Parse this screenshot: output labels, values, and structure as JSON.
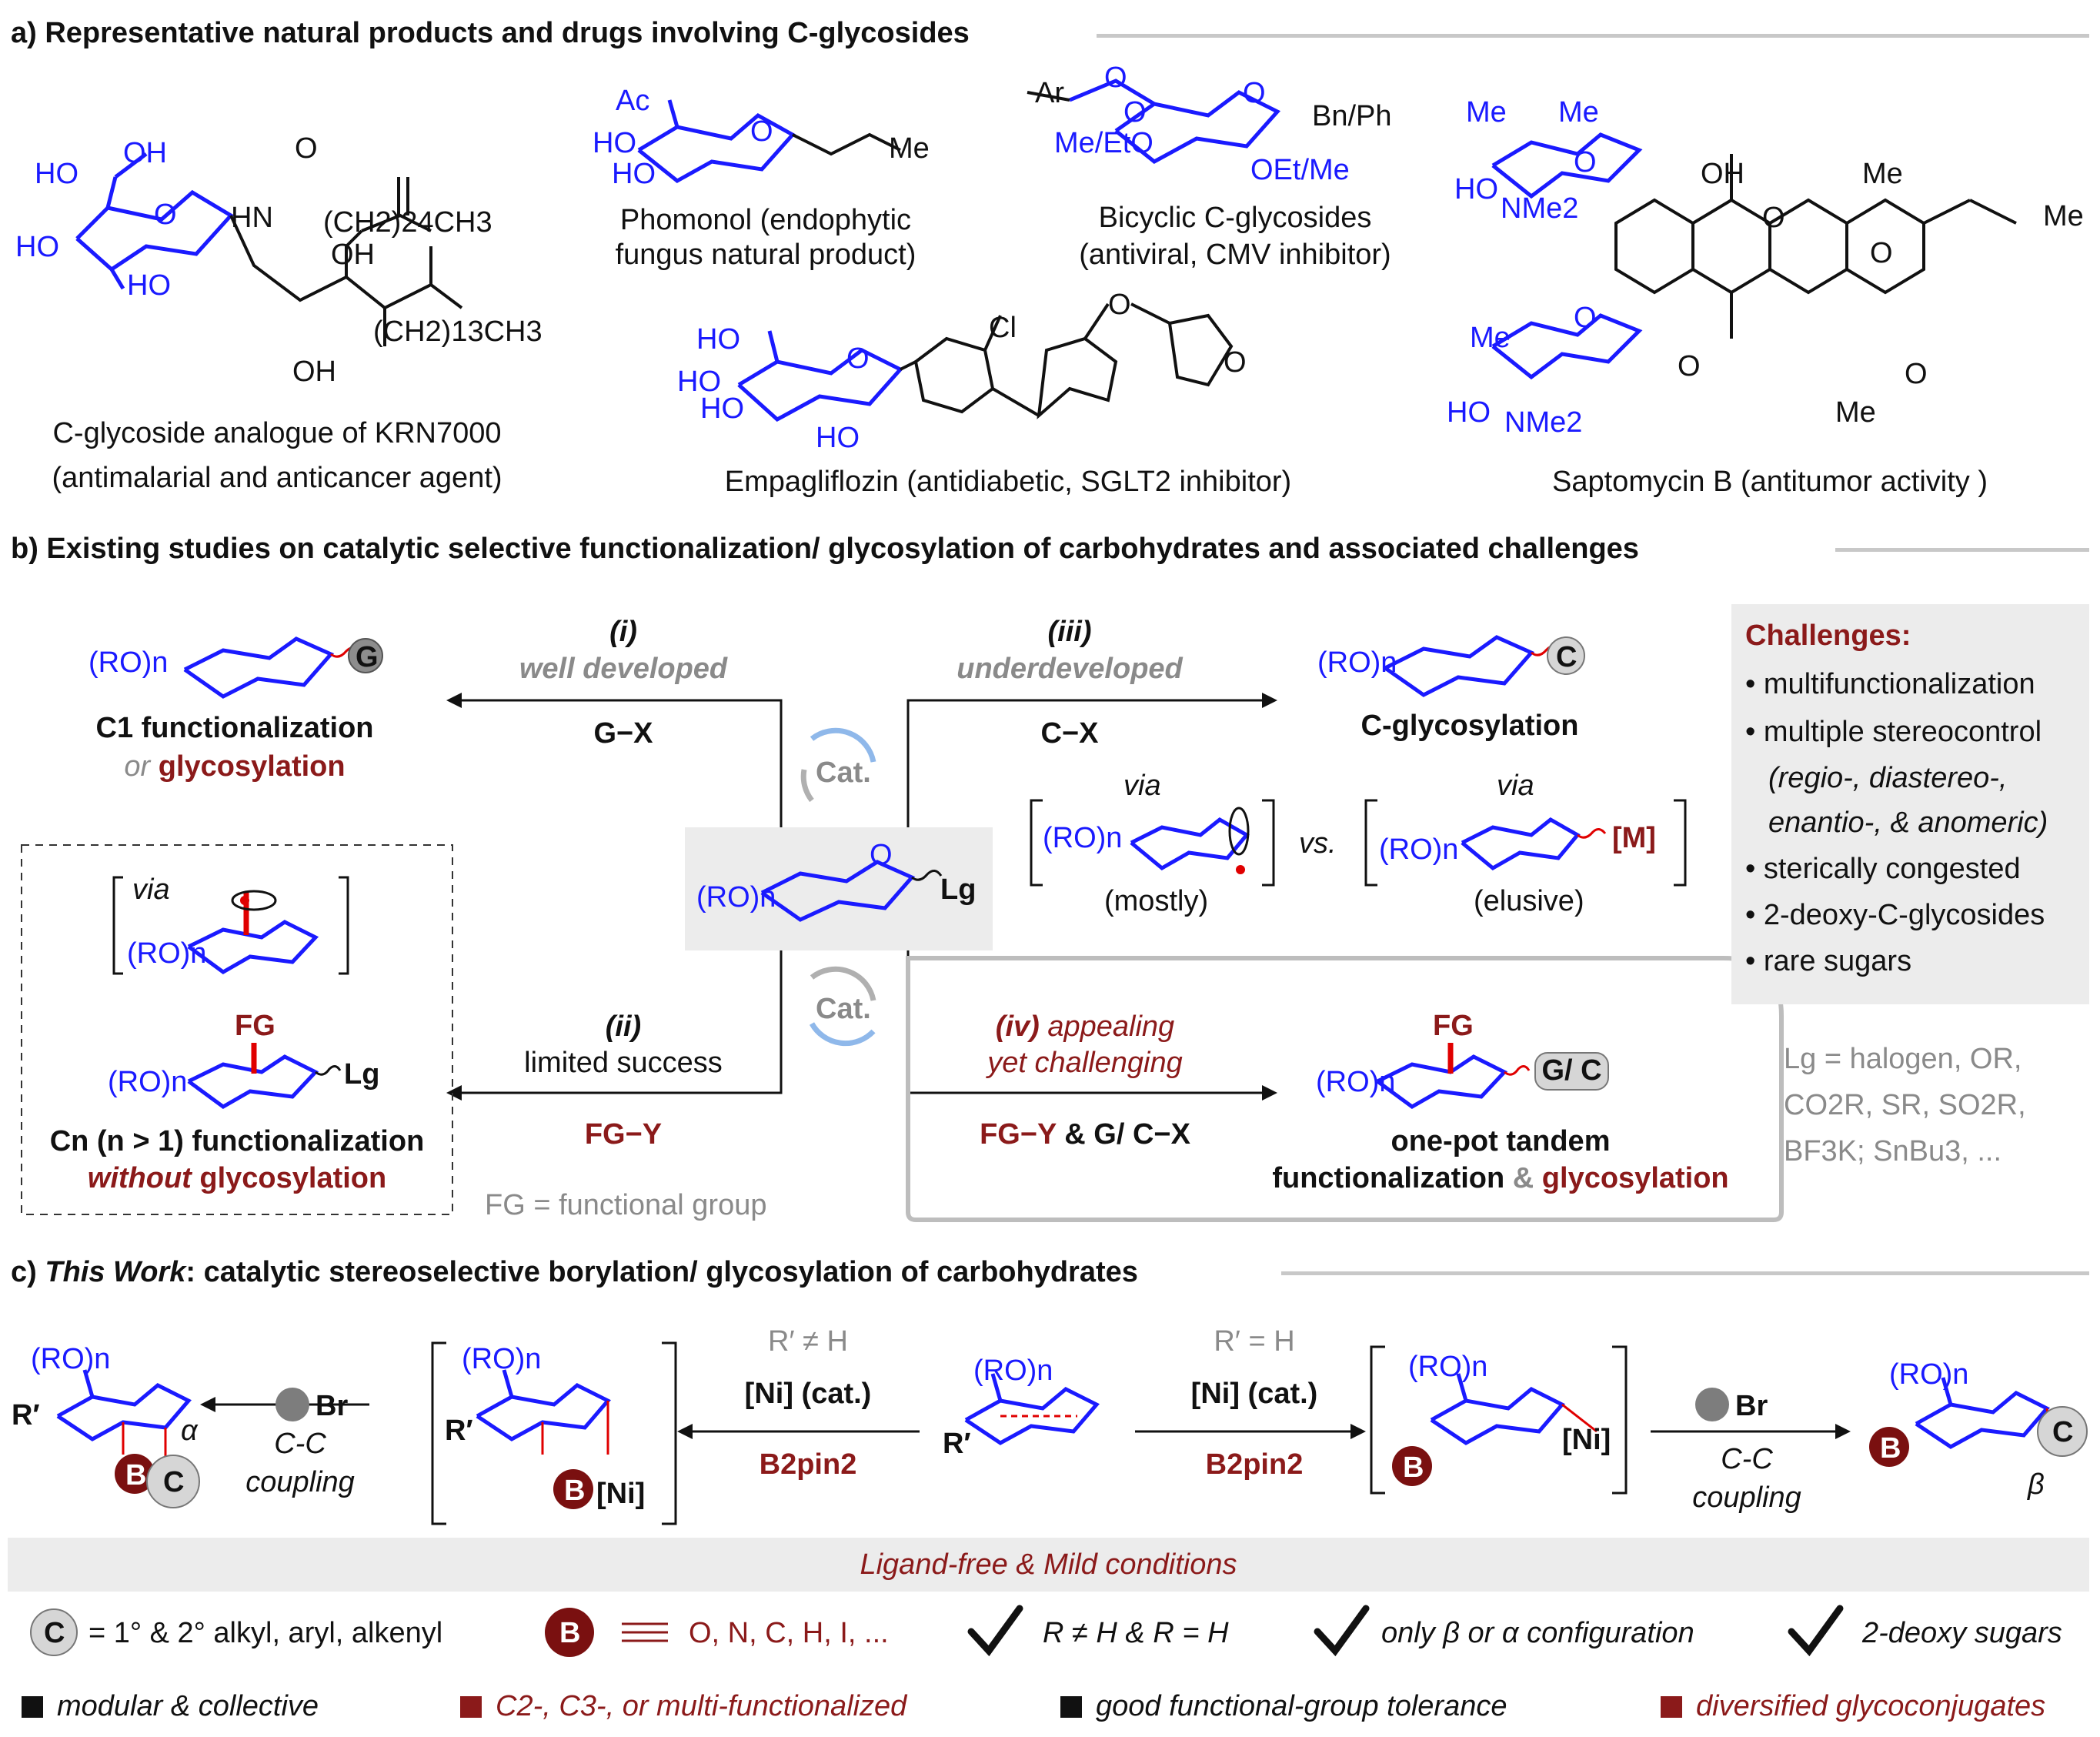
{
  "section_a": {
    "title": "a) Representative natural products and drugs involving C-glycosides",
    "krn": {
      "caption1": "C-glycoside analogue of KRN7000",
      "caption2": "(antimalarial and anticancer agent)",
      "atoms": [
        "HO",
        "OH",
        "HO",
        "HO",
        "O",
        "HN",
        "O",
        "(CH2)24CH3",
        "OH",
        "(CH2)13CH3",
        "OH"
      ]
    },
    "phomonol": {
      "caption1": "Phomonol (endophytic",
      "caption2": "fungus natural product)",
      "atoms": [
        "Ac",
        "HO",
        "HO",
        "O",
        "Me"
      ]
    },
    "bicyclic": {
      "caption1": "Bicyclic C-glycosides",
      "caption2": "(antiviral, CMV inhibitor)",
      "atoms": [
        "Ar",
        "O",
        "O",
        "O",
        "Bn/Ph",
        "Me/EtO",
        "OEt/Me"
      ]
    },
    "empagliflozin": {
      "caption": "Empagliflozin (antidiabetic, SGLT2 inhibitor)",
      "atoms": [
        "HO",
        "HO",
        "HO",
        "HO",
        "O",
        "Cl",
        "O",
        "O"
      ]
    },
    "saptomycin": {
      "caption": "Saptomycin B (antitumor activity )",
      "atoms": [
        "Me",
        "Me",
        "HO",
        "NMe2",
        "O",
        "OH",
        "O",
        "Me",
        "Me",
        "O",
        "Me",
        "O",
        "HO",
        "NMe2",
        "O",
        "O",
        "Me"
      ]
    }
  },
  "section_b": {
    "title": "b) Existing studies on catalytic selective functionalization/ glycosylation of carbohydrates and associated challenges",
    "left_top": {
      "sub": "(RO)n",
      "badge": "G",
      "title1": "C1 functionalization",
      "title2_prefix": "or",
      "title2_main": "glycosylation"
    },
    "route_i": {
      "num": "(i)",
      "desc": "well developed",
      "reagent": "G−X"
    },
    "route_iii": {
      "num": "(iii)",
      "desc": "underdeveloped",
      "reagent": "C−X"
    },
    "route_ii": {
      "num": "(ii)",
      "desc": "limited success",
      "reagent": "FG−Y"
    },
    "route_iv": {
      "num": "(iv)",
      "desc1": "appealing",
      "desc2": "yet challenging",
      "reagent_fg": "FG−Y",
      "reagent_amp": "&",
      "reagent_gc": "G/ C−X"
    },
    "catalyst": "Cat.",
    "center": {
      "sub": "(RO)n",
      "o": "O",
      "lg": "Lg"
    },
    "right_top": {
      "sub": "(RO)n",
      "badge": "C",
      "title": "C-glycosylation",
      "via": "via",
      "vs": "vs.",
      "mostly": "(mostly)",
      "elusive": "(elusive)",
      "metal": "[M]"
    },
    "dashed_box": {
      "via": "via",
      "fg": "FG",
      "lg": "Lg",
      "title1": "Cn (n > 1) functionalization",
      "title2_main": "without",
      "title2_rest": "glycosylation"
    },
    "fg_def": "FG = functional group",
    "tandem": {
      "fg": "FG",
      "badge": "G/ C",
      "title1": "one-pot tandem",
      "title2_a": "functionalization",
      "title2_amp": "&",
      "title2_b": "glycosylation"
    },
    "challenges": {
      "heading": "Challenges:",
      "items": [
        "multifunctionalization",
        "multiple stereocontrol"
      ],
      "sub1": "(regio-, diastereo-,",
      "sub2": "enantio-, & anomeric)",
      "items2": [
        "sterically congested",
        "2-deoxy-C-glycosides",
        "rare sugars"
      ]
    },
    "lg_def": {
      "line1": "Lg = halogen, OR,",
      "line2": "CO2R, SR, SO2R,",
      "line3": "BF3K; SnBu3, ..."
    }
  },
  "section_c": {
    "title_prefix": "c)",
    "title_italic": "This Work",
    "title_rest": ": catalytic stereoselective borylation/ glycosylation of carbohydrates",
    "left_cond": {
      "top": "R′ ≠ H",
      "cat": "[Ni] (cat.)",
      "reagent": "B2pin2"
    },
    "right_cond": {
      "top": "R′ = H",
      "cat": "[Ni] (cat.)",
      "reagent": "B2pin2"
    },
    "coupling_left": {
      "reagent": "Br",
      "line1": "C-C",
      "line2": "coupling"
    },
    "coupling_right": {
      "reagent": "Br",
      "line1": "C-C",
      "line2": "coupling"
    },
    "alpha": "α",
    "beta": "β",
    "labels": {
      "ro": "(RO)n",
      "r": "R′",
      "b": "B",
      "c": "C",
      "ni": "[Ni]"
    },
    "banner": "Ligand-free & Mild conditions",
    "legend": {
      "c_def": "= 1° & 2° alkyl, aryl, alkenyl",
      "b_def": "O, N, C, H, I, ...",
      "check1": "R ≠ H & R = H",
      "check2": "only β or α configuration",
      "check3": "2-deoxy sugars"
    },
    "features": [
      "modular & collective",
      "C2-, C3-, or multi-functionalized",
      "good functional-group tolerance",
      "diversified glycoconjugates"
    ]
  },
  "colors": {
    "blue": "#1a1aff",
    "dark_red": "#8b1a1a",
    "grey": "#8a8a8a",
    "red": "#e00000"
  }
}
